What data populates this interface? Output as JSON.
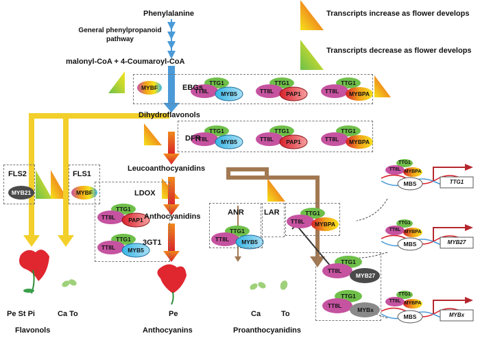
{
  "pathway": {
    "phenylalanine": "Phenylalanine",
    "general_pathway_line1": "General phenylpropanoid",
    "general_pathway_line2": "pathway",
    "malonyl": "malonyl-CoA + 4-Coumaroyl-CoA",
    "dihydroflavonols": "Dihydroflavonols",
    "leucoanthocyanidins": "Leucoanthocyanidins",
    "anthocyanidins": "Anthocyanidins"
  },
  "legend": {
    "increase": "Transcripts increase as flower develops",
    "decrease": "Transcripts decrease as flower develops"
  },
  "enzymes": {
    "ebgs": "EBGs",
    "dfr": "DFR",
    "fls2": "FLS2",
    "fls1": "FLS1",
    "ldox": "LDOX",
    "gt": "3GT1",
    "anr": "ANR",
    "lar": "LAR"
  },
  "proteins": {
    "ttg1": "TTG1",
    "tt8l": "TT8L",
    "myb5": "MYB5",
    "pap1": "PAP1",
    "mybpa": "MYBPA",
    "mybf": "MYBF",
    "myb21": "MYB21",
    "myb27": "MYB27",
    "mybx": "MYBx"
  },
  "dna": {
    "mbs": "MBS",
    "gene1": "TTG1",
    "gene2": "MYB27",
    "gene3": "MYBx"
  },
  "products": {
    "flavonols_tissues": "Pe St Pi",
    "flavonols_leaf_tissues": "Ca To",
    "anthocyanins_tissue": "Pe",
    "pa_tissue1": "Ca",
    "pa_tissue2": "To",
    "flavonols": "Flavonols",
    "anthocyanins": "Anthocyanins",
    "proanthocyanidins": "Proanthocyanidins"
  },
  "colors": {
    "main_arrow": "#4a9ad8",
    "flavonol_arrow": "#f2cf2a",
    "anthocyanin_arrow": "#d8202a",
    "pa_arrow": "#a27952",
    "ttg1": "#6fbf4a",
    "tt8l": "#c553a0",
    "myb5": "#37b5e5",
    "pap1": "#d8202a",
    "mybpa": "#f2a21a",
    "myb27": "#4a4a4a",
    "mybx": "#8a8a8a"
  }
}
